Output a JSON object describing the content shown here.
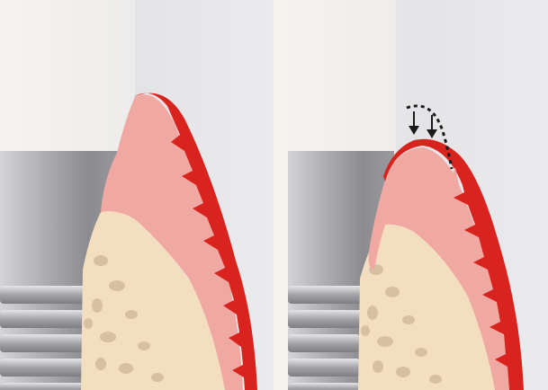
{
  "figure": {
    "panels": [
      {
        "id": "left",
        "state": "gingiva-at-implant-abutment"
      },
      {
        "id": "right",
        "state": "gingiva-with-recession-arrows"
      }
    ],
    "annotations": {
      "arrows": "down-arrow-icon",
      "outline": "dashed-original-contour"
    },
    "colors": {
      "background": "#e3e3e6",
      "implant_metal": "#9a9a9e",
      "gingiva": "#f0a7a0",
      "epithelium": "#d8231e",
      "bone": "#f3dfbf",
      "bone_pores": "#d6bfa0"
    }
  }
}
